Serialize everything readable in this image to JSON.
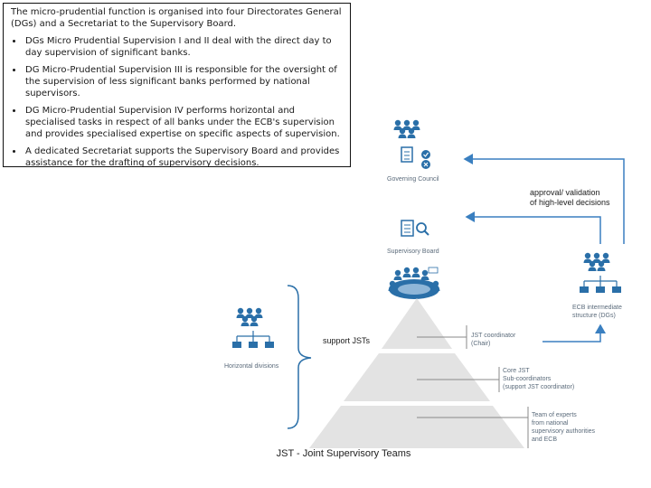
{
  "textbox": {
    "intro": "The micro-prudential function is organised into four Directorates General (DGs) and a Secretariat to the Supervisory Board.",
    "bullets": [
      "DGs Micro Prudential Supervision I and II deal with the direct day to day supervision of significant banks.",
      "DG Micro-Prudential Supervision III is responsible for the oversight of the supervision of less significant banks performed by national supervisors.",
      "DG Micro-Prudential Supervision IV performs horizontal and specialised tasks in respect of all banks under the ECB's supervision and provides specialised expertise on specific aspects of supervision.",
      "A dedicated Secretariat supports the Supervisory Board and provides assistance for the drafting of supervisory decisions."
    ]
  },
  "diagram": {
    "governing_council": "Governing Council",
    "supervisory_board": "Supervisory Board",
    "approval_line1": "approval/ validation",
    "approval_line2": "of high-level decisions",
    "ecb_line1": "ECB intermediate",
    "ecb_line2": "structure (DGs)",
    "horizontal_divisions": "Horizontal divisions",
    "support_jsts": "support JSTs",
    "jst_coord_line1": "JST coordinator",
    "jst_coord_line2": "(Chair)",
    "core_line1": "Core JST",
    "core_line2": "Sub-coordinators",
    "core_line3": "(support JST coordinator)",
    "team_line1": "Team of experts",
    "team_line2": "from national",
    "team_line3": "supervisory authorities",
    "team_line4": "and ECB"
  },
  "caption": "JST - Joint Supervisory Teams",
  "colors": {
    "accent": "#2a6fa8",
    "pyramid": "#e3e3e3",
    "arrow": "#3a7fc0"
  },
  "icons": [
    "people-icon",
    "document-check-icon",
    "document-search-icon",
    "group-meeting-icon",
    "org-chart-icon"
  ]
}
